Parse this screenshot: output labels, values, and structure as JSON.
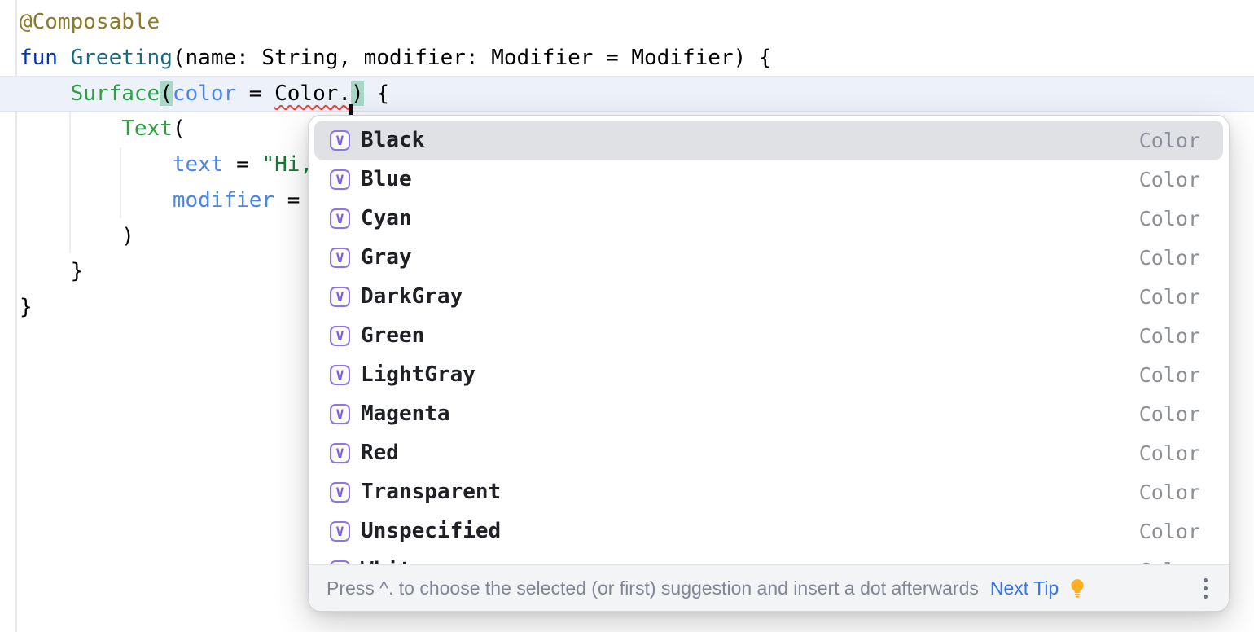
{
  "editor": {
    "lines": [
      {
        "segments": [
          {
            "text": "@Composable",
            "style": "annotation"
          }
        ]
      },
      {
        "segments": [
          {
            "text": "fun ",
            "style": "keyword"
          },
          {
            "text": "Greeting",
            "style": "function"
          },
          {
            "text": "(name: String, modifier: Modifier = Modifier) {",
            "style": "plain"
          }
        ]
      },
      {
        "segments": [
          {
            "text": "    ",
            "style": "plain"
          },
          {
            "text": "Surface",
            "style": "composable"
          },
          {
            "text": "(",
            "style": "paren-match"
          },
          {
            "text": "color",
            "style": "param"
          },
          {
            "text": " = ",
            "style": "plain"
          },
          {
            "text": "Color.",
            "style": "error"
          },
          {
            "text": "",
            "style": "caret"
          },
          {
            "text": ")",
            "style": "paren-match"
          },
          {
            "text": " {",
            "style": "plain"
          }
        ]
      },
      {
        "segments": [
          {
            "text": "        ",
            "style": "plain"
          },
          {
            "text": "Text",
            "style": "composable"
          },
          {
            "text": "(",
            "style": "plain"
          }
        ]
      },
      {
        "segments": [
          {
            "text": "            ",
            "style": "plain"
          },
          {
            "text": "text",
            "style": "param"
          },
          {
            "text": " = ",
            "style": "plain"
          },
          {
            "text": "\"Hi,",
            "style": "string"
          }
        ]
      },
      {
        "segments": [
          {
            "text": "            ",
            "style": "plain"
          },
          {
            "text": "modifier",
            "style": "param"
          },
          {
            "text": " = ",
            "style": "plain"
          }
        ]
      },
      {
        "segments": [
          {
            "text": "        )",
            "style": "plain"
          }
        ]
      },
      {
        "segments": [
          {
            "text": "    }",
            "style": "plain"
          }
        ]
      },
      {
        "segments": [
          {
            "text": "}",
            "style": "plain"
          }
        ]
      }
    ]
  },
  "completion_popup": {
    "items": [
      {
        "icon": "V",
        "name": "Black",
        "type": "Color",
        "selected": true
      },
      {
        "icon": "V",
        "name": "Blue",
        "type": "Color",
        "selected": false
      },
      {
        "icon": "V",
        "name": "Cyan",
        "type": "Color",
        "selected": false
      },
      {
        "icon": "V",
        "name": "Gray",
        "type": "Color",
        "selected": false
      },
      {
        "icon": "V",
        "name": "DarkGray",
        "type": "Color",
        "selected": false
      },
      {
        "icon": "V",
        "name": "Green",
        "type": "Color",
        "selected": false
      },
      {
        "icon": "V",
        "name": "LightGray",
        "type": "Color",
        "selected": false
      },
      {
        "icon": "V",
        "name": "Magenta",
        "type": "Color",
        "selected": false
      },
      {
        "icon": "V",
        "name": "Red",
        "type": "Color",
        "selected": false
      },
      {
        "icon": "V",
        "name": "Transparent",
        "type": "Color",
        "selected": false
      },
      {
        "icon": "V",
        "name": "Unspecified",
        "type": "Color",
        "selected": false
      },
      {
        "icon": "V",
        "name": "White",
        "type": "Color",
        "selected": false
      }
    ],
    "footer": {
      "hint": "Press ^. to choose the selected (or first) suggestion and insert a dot afterwards",
      "next_tip_label": "Next Tip"
    }
  },
  "colors": {
    "keyword": "#0033b3",
    "annotation": "#8c7a28",
    "function_declaration": "#1d6a80",
    "composable_call": "#2f9e44",
    "named_argument": "#4a86e8",
    "string": "#127d33",
    "error_squiggle": "#e8453c",
    "matched_paren_bg": "#a8d8c8",
    "current_line_bg": "#edf1f9",
    "selected_item_bg": "#dfe1e5",
    "variable_icon_purple": "#7c59e6",
    "type_label_gray": "#8b8f9a",
    "footer_text_gray": "#818594",
    "link_blue": "#3574f0",
    "lightbulb_yellow": "#ffb020"
  }
}
